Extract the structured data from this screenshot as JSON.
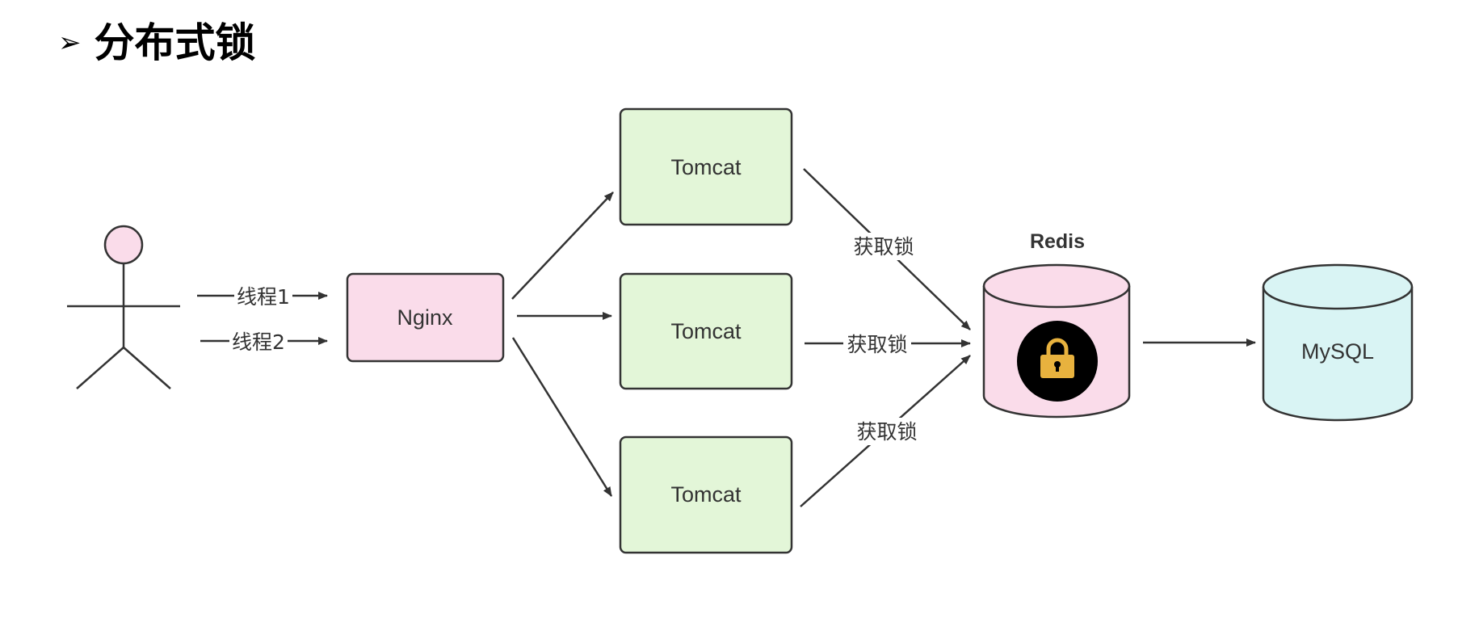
{
  "title": "分布式锁",
  "bullet": "➢",
  "nodes": {
    "nginx": "Nginx",
    "tomcat_1": "Tomcat",
    "tomcat_2": "Tomcat",
    "tomcat_3": "Tomcat",
    "redis_title": "Redis",
    "mysql": "MySQL"
  },
  "edges": {
    "thread_1": "线程1",
    "thread_2": "线程2",
    "acquire_lock_1": "获取锁",
    "acquire_lock_2": "获取锁",
    "acquire_lock_3": "获取锁"
  },
  "colors": {
    "pink_fill": "#FADCEA",
    "green_fill": "#E3F6D8",
    "cyan_fill": "#D9F4F4",
    "stroke": "#333333",
    "lock_gold": "#E8B23E"
  },
  "icons": {
    "actor": "person-icon",
    "lock": "lock-icon",
    "bullet": "arrowhead-bullet-icon"
  }
}
